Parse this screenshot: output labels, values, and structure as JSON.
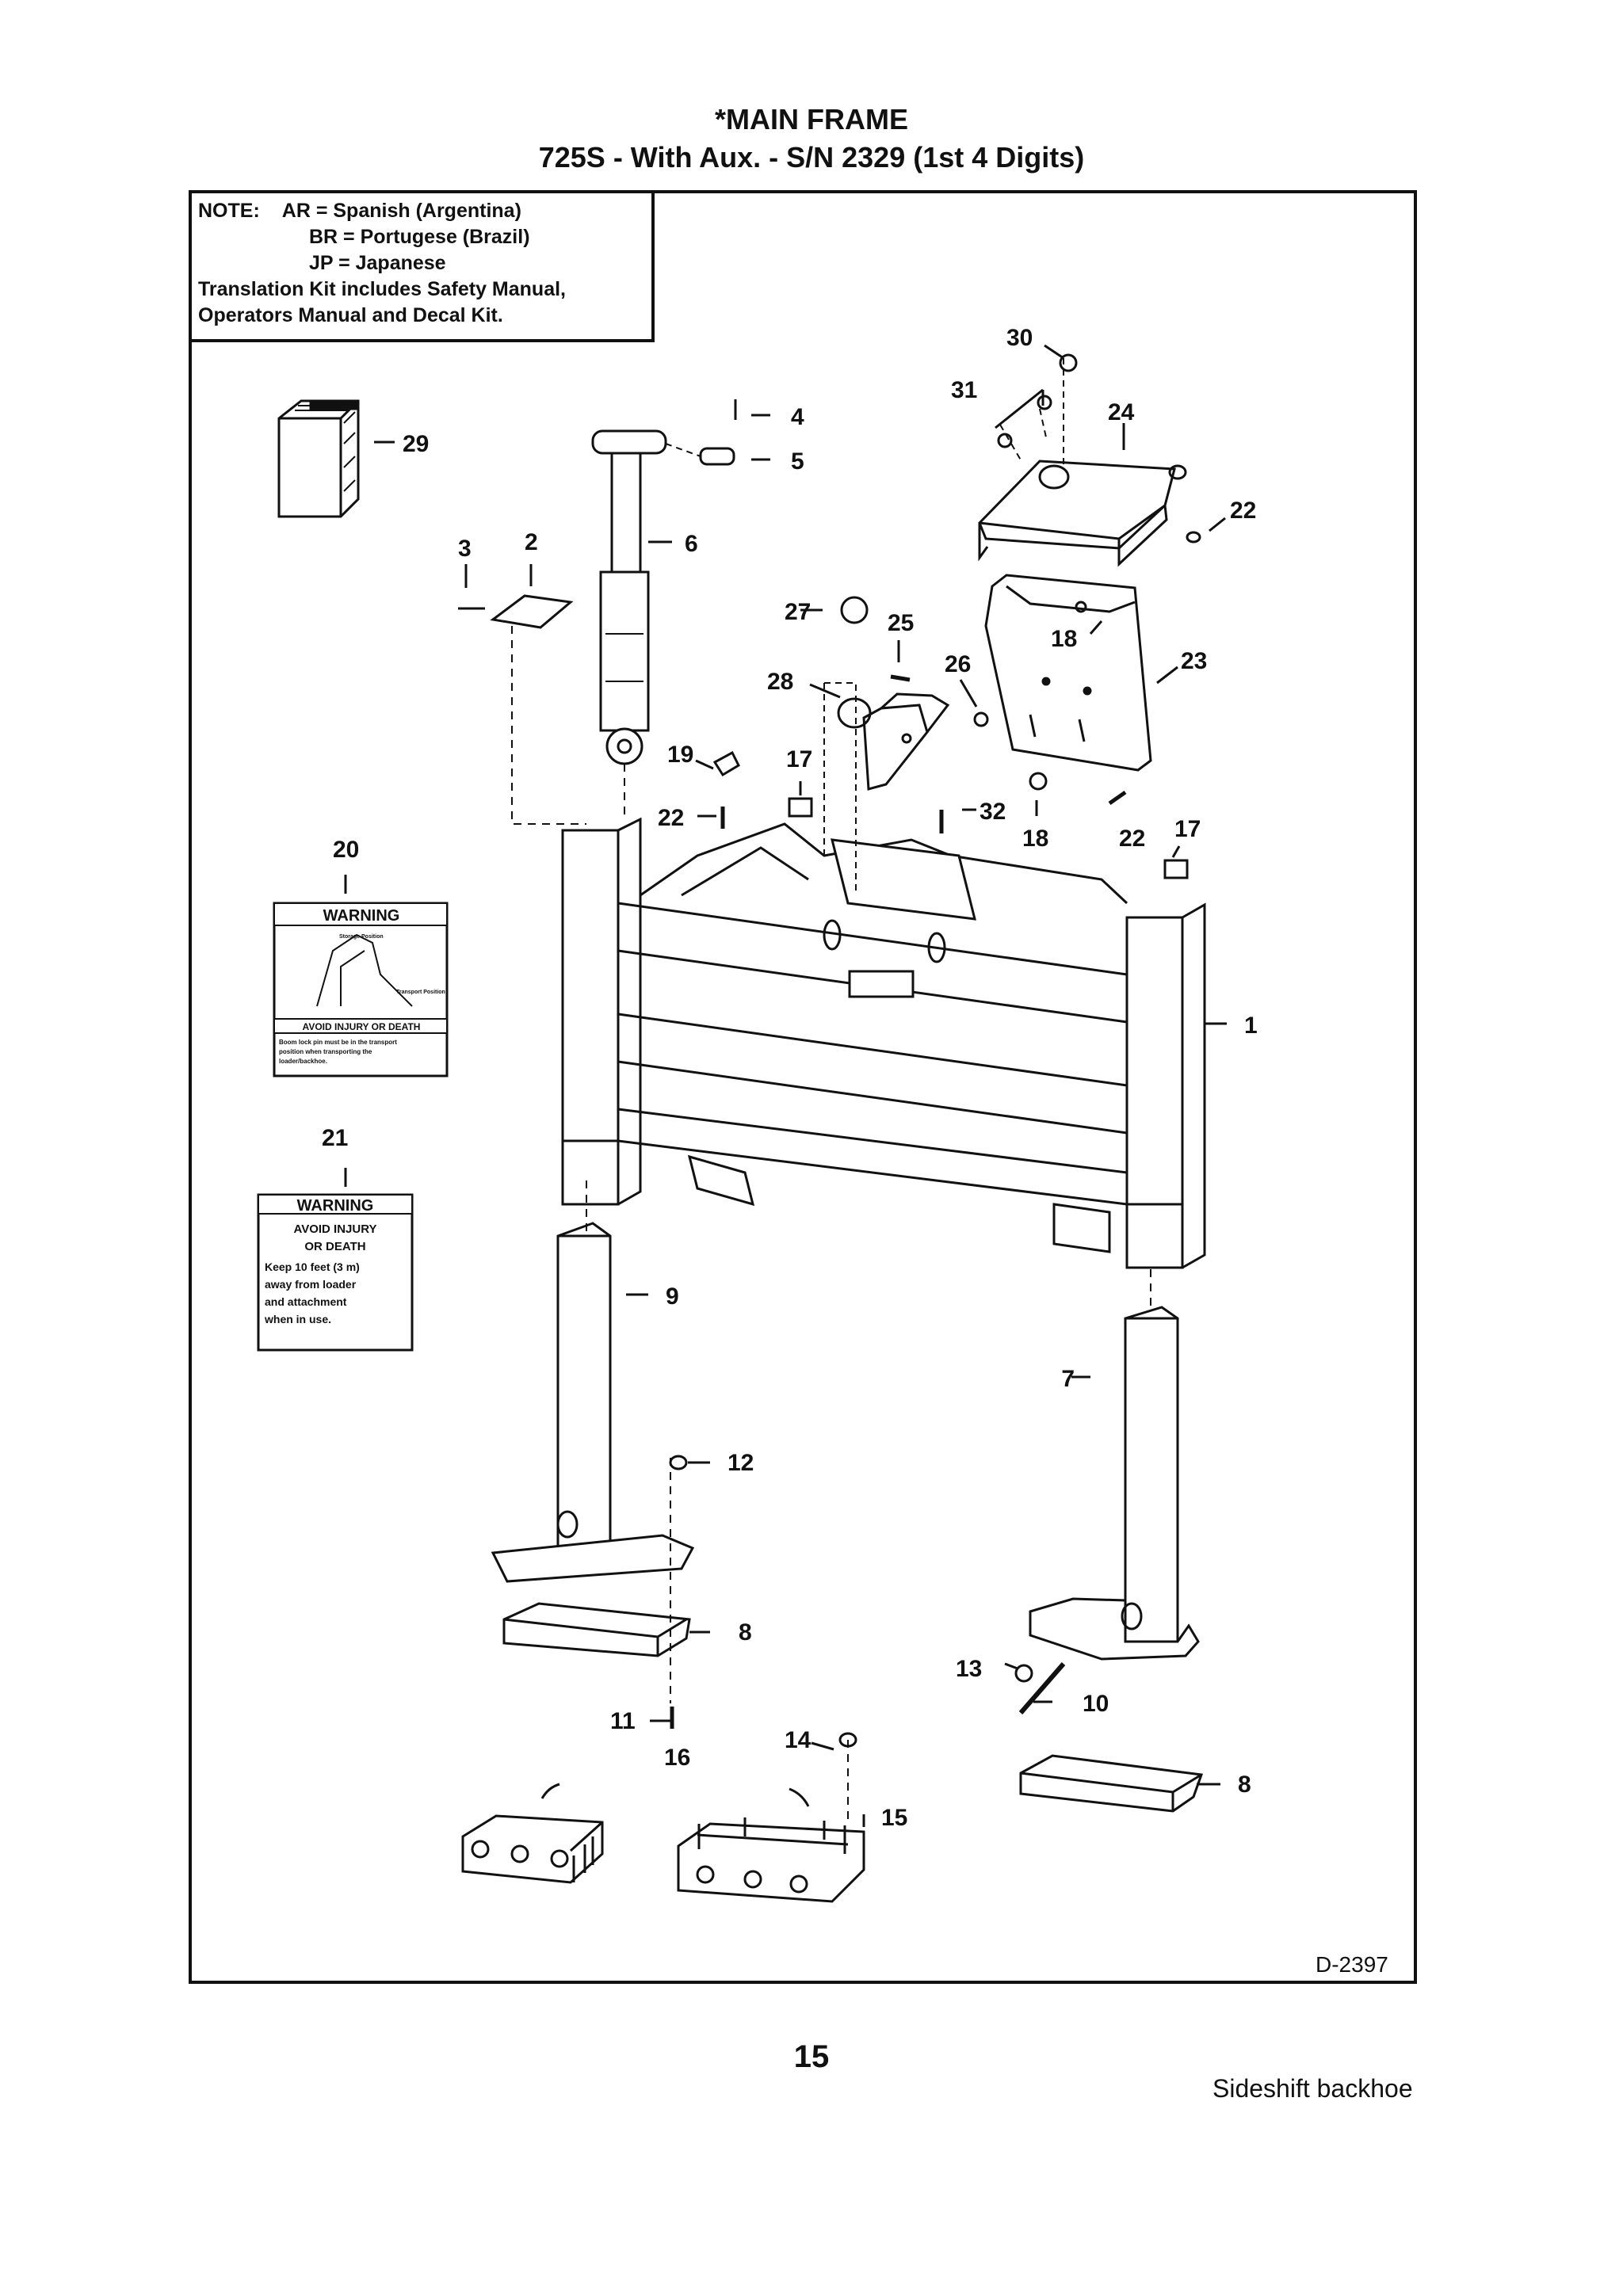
{
  "header": {
    "title": "*MAIN FRAME",
    "subtitle": "725S - With Aux. - S/N 2329 (1st 4 Digits)"
  },
  "note": {
    "label": "NOTE:",
    "lines": [
      "AR = Spanish (Argentina)",
      "BR = Portugese (Brazil)",
      "JP = Japanese"
    ],
    "kit_line1": "Translation Kit includes Safety Manual,",
    "kit_line2": "Operators Manual and Decal Kit."
  },
  "decal_20": {
    "header": "WARNING",
    "footer": "AVOID INJURY OR DEATH",
    "small_lines": [
      "Boom lock pin must be in the transport",
      "position when transporting the",
      "loader/backhoe."
    ],
    "label_storage": "Storage Position",
    "label_transport": "Transport Position"
  },
  "decal_21": {
    "header": "WARNING",
    "lines": [
      "AVOID INJURY",
      "OR DEATH",
      "Keep 10 feet (3 m)",
      "away from loader",
      "and attachment",
      "when in use."
    ]
  },
  "callouts": [
    "1",
    "2",
    "3",
    "4",
    "5",
    "6",
    "7",
    "8",
    "8",
    "9",
    "10",
    "11",
    "12",
    "13",
    "14",
    "15",
    "16",
    "17",
    "17",
    "18",
    "18",
    "19",
    "20",
    "21",
    "22",
    "22",
    "22",
    "23",
    "24",
    "25",
    "26",
    "27",
    "28",
    "29",
    "30",
    "31",
    "32"
  ],
  "drawing_number": "D-2397",
  "page_number": "15",
  "footer": "Sideshift backhoe"
}
